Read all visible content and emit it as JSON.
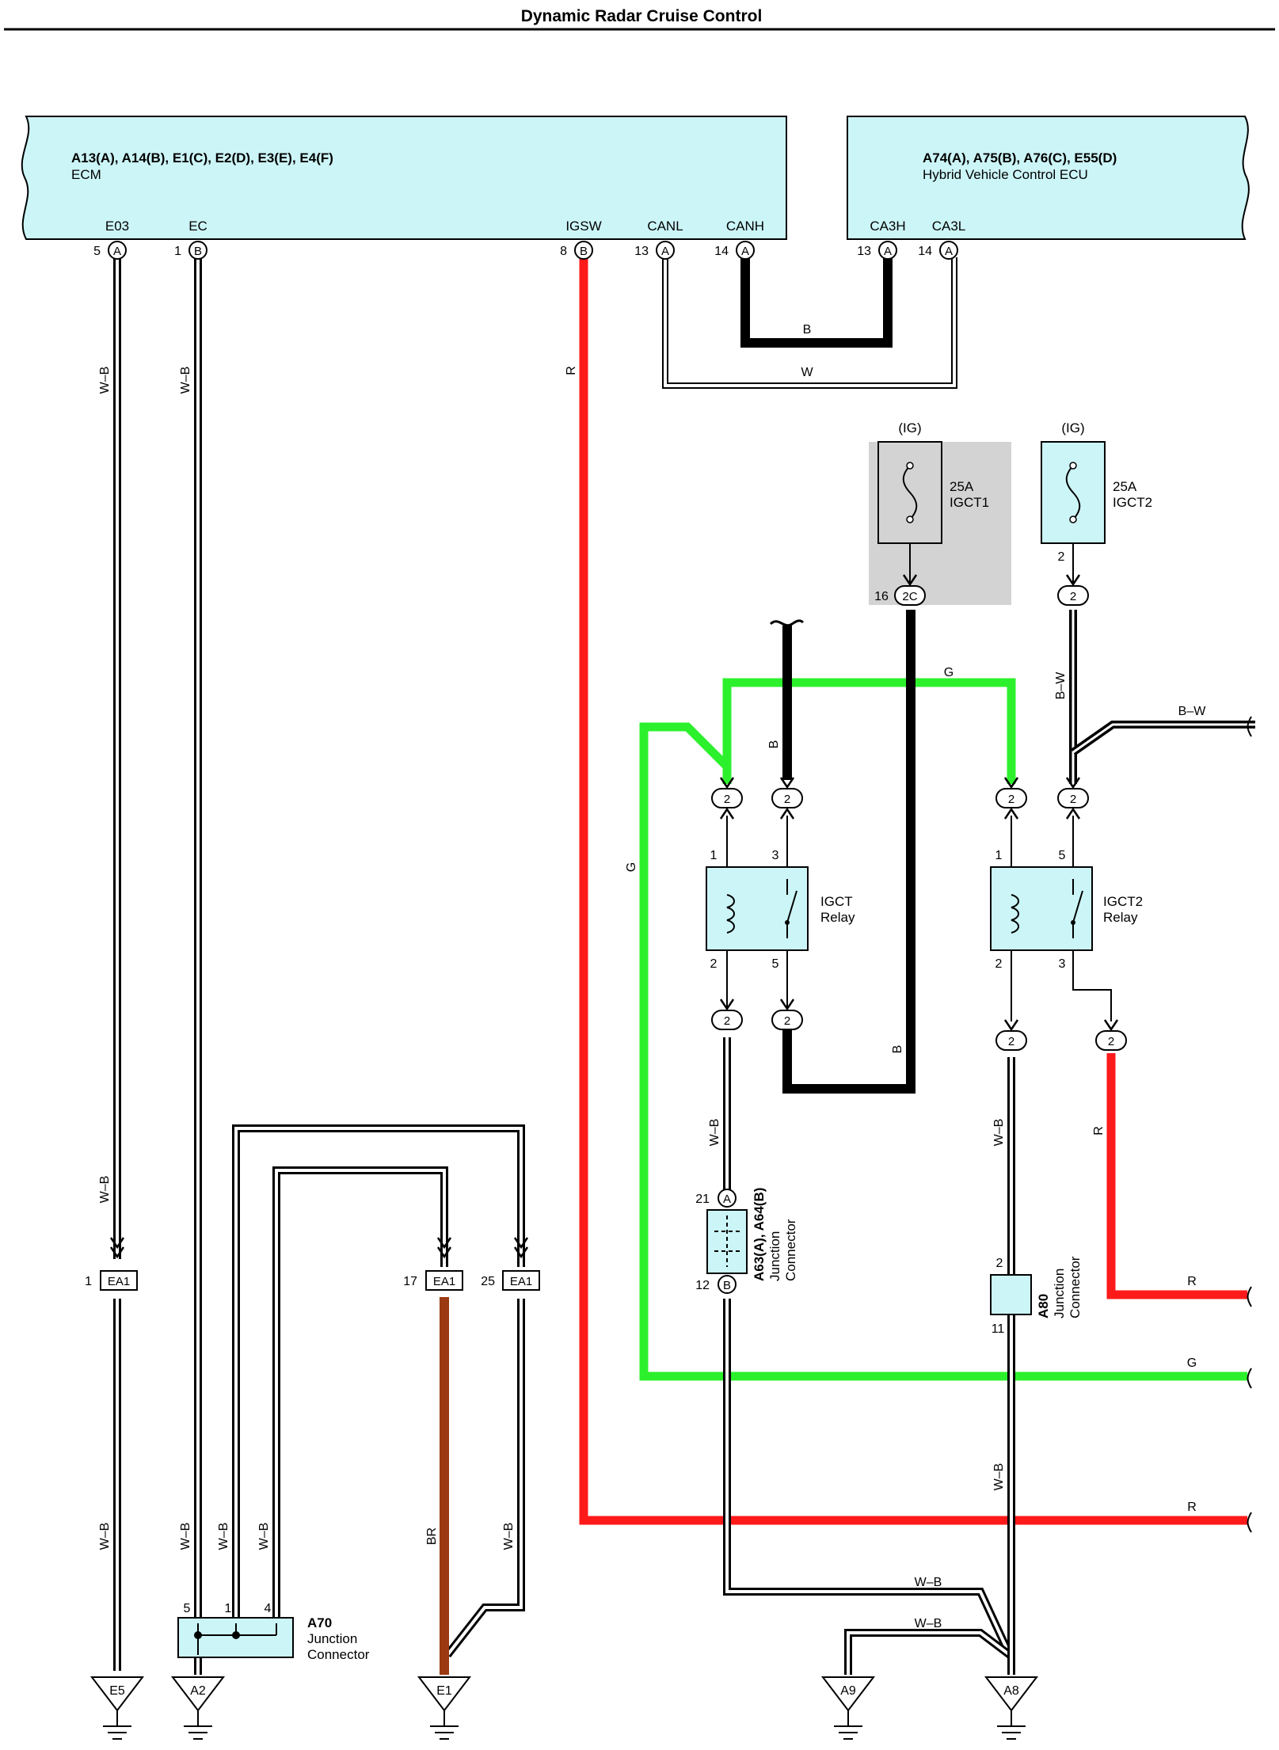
{
  "title": "Dynamic Radar Cruise Control",
  "colors": {
    "component_fill": "#ccf5f7",
    "red": "#ff1a1a",
    "green": "#2cf02c",
    "brown": "#9b3a12",
    "black": "#000000",
    "shade": "#d3d3d3"
  },
  "ecm": {
    "connectors": "A13(A), A14(B), E1(C), E2(D), E3(E), E4(F)",
    "name": "ECM",
    "pins": [
      {
        "label": "E03",
        "num": "5",
        "conn": "A"
      },
      {
        "label": "EC",
        "num": "1",
        "conn": "B"
      },
      {
        "label": "IGSW",
        "num": "8",
        "conn": "B"
      },
      {
        "label": "CANL",
        "num": "13",
        "conn": "A"
      },
      {
        "label": "CANH",
        "num": "14",
        "conn": "A"
      }
    ]
  },
  "hv_ecu": {
    "connectors": "A74(A), A75(B), A76(C), E55(D)",
    "name": "Hybrid Vehicle Control ECU",
    "pins": [
      {
        "label": "CA3H",
        "num": "13",
        "conn": "A"
      },
      {
        "label": "CA3L",
        "num": "14",
        "conn": "A"
      }
    ]
  },
  "fuses": [
    {
      "supply": "(IG)",
      "rating": "25A",
      "name": "IGCT1",
      "pin": "16",
      "conn": "2C"
    },
    {
      "supply": "(IG)",
      "rating": "25A",
      "name": "IGCT2",
      "pin": "2",
      "conn": "2"
    }
  ],
  "relays": [
    {
      "name": "IGCT",
      "sub": "Relay",
      "pins": [
        "1",
        "3",
        "2",
        "5"
      ]
    },
    {
      "name": "IGCT2",
      "sub": "Relay",
      "pins": [
        "1",
        "5",
        "2",
        "3"
      ]
    }
  ],
  "junctions": {
    "a63": {
      "name": "A63(A), A64(B)",
      "line1": "Junction",
      "line2": "Connector",
      "pin_top": "21",
      "conn_top": "A",
      "pin_bottom": "12",
      "conn_bottom": "B"
    },
    "a80": {
      "name": "A80",
      "line1": "Junction",
      "line2": "Connector",
      "pin_top": "2",
      "pin_bottom": "11"
    },
    "a70": {
      "name": "A70",
      "line1": "Junction",
      "line2": "Connector",
      "pins": [
        "5",
        "1",
        "4"
      ]
    }
  },
  "ea1_connectors": [
    {
      "pin": "1",
      "label": "EA1"
    },
    {
      "pin": "17",
      "label": "EA1"
    },
    {
      "pin": "25",
      "label": "EA1"
    }
  ],
  "relay_conn_label": "2",
  "wires": {
    "wb": "W–B",
    "r": "R",
    "b": "B",
    "w": "W",
    "g": "G",
    "bw": "B–W",
    "br": "BR"
  },
  "grounds": [
    "E5",
    "A2",
    "E1",
    "A9",
    "A8"
  ]
}
